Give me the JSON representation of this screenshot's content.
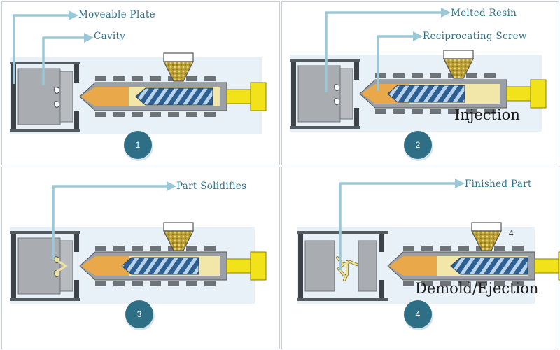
{
  "colors": {
    "barrel": "#9aa0a6",
    "mold": "#a9adb2",
    "frame": "#3c4247",
    "melt": "#e9a94a",
    "resin": "#f2e7a8",
    "granules": "#c9b24a",
    "screw": "#3b6fa6",
    "plunger": "#f2e21a",
    "arrow": "#9cc8d6",
    "badge": "#2e6f86",
    "background_strip": "#e8f1f7",
    "part": "#f0e39a",
    "heater": "#6e7377"
  },
  "panels": [
    {
      "step_label": "1",
      "callouts": [
        "Moveable Plate",
        "Cavity"
      ],
      "phase_label": ""
    },
    {
      "step_label": "2",
      "callouts": [
        "Melted Resin",
        "Reciprocating Screw"
      ],
      "phase_label": "Injection"
    },
    {
      "step_label": "3",
      "callouts": [
        "Part Solidifies"
      ],
      "phase_label": ""
    },
    {
      "step_label": "4",
      "callouts": [
        "Finished Part"
      ],
      "phase_label": "Demold/Ejection",
      "corner_label": "4"
    }
  ]
}
